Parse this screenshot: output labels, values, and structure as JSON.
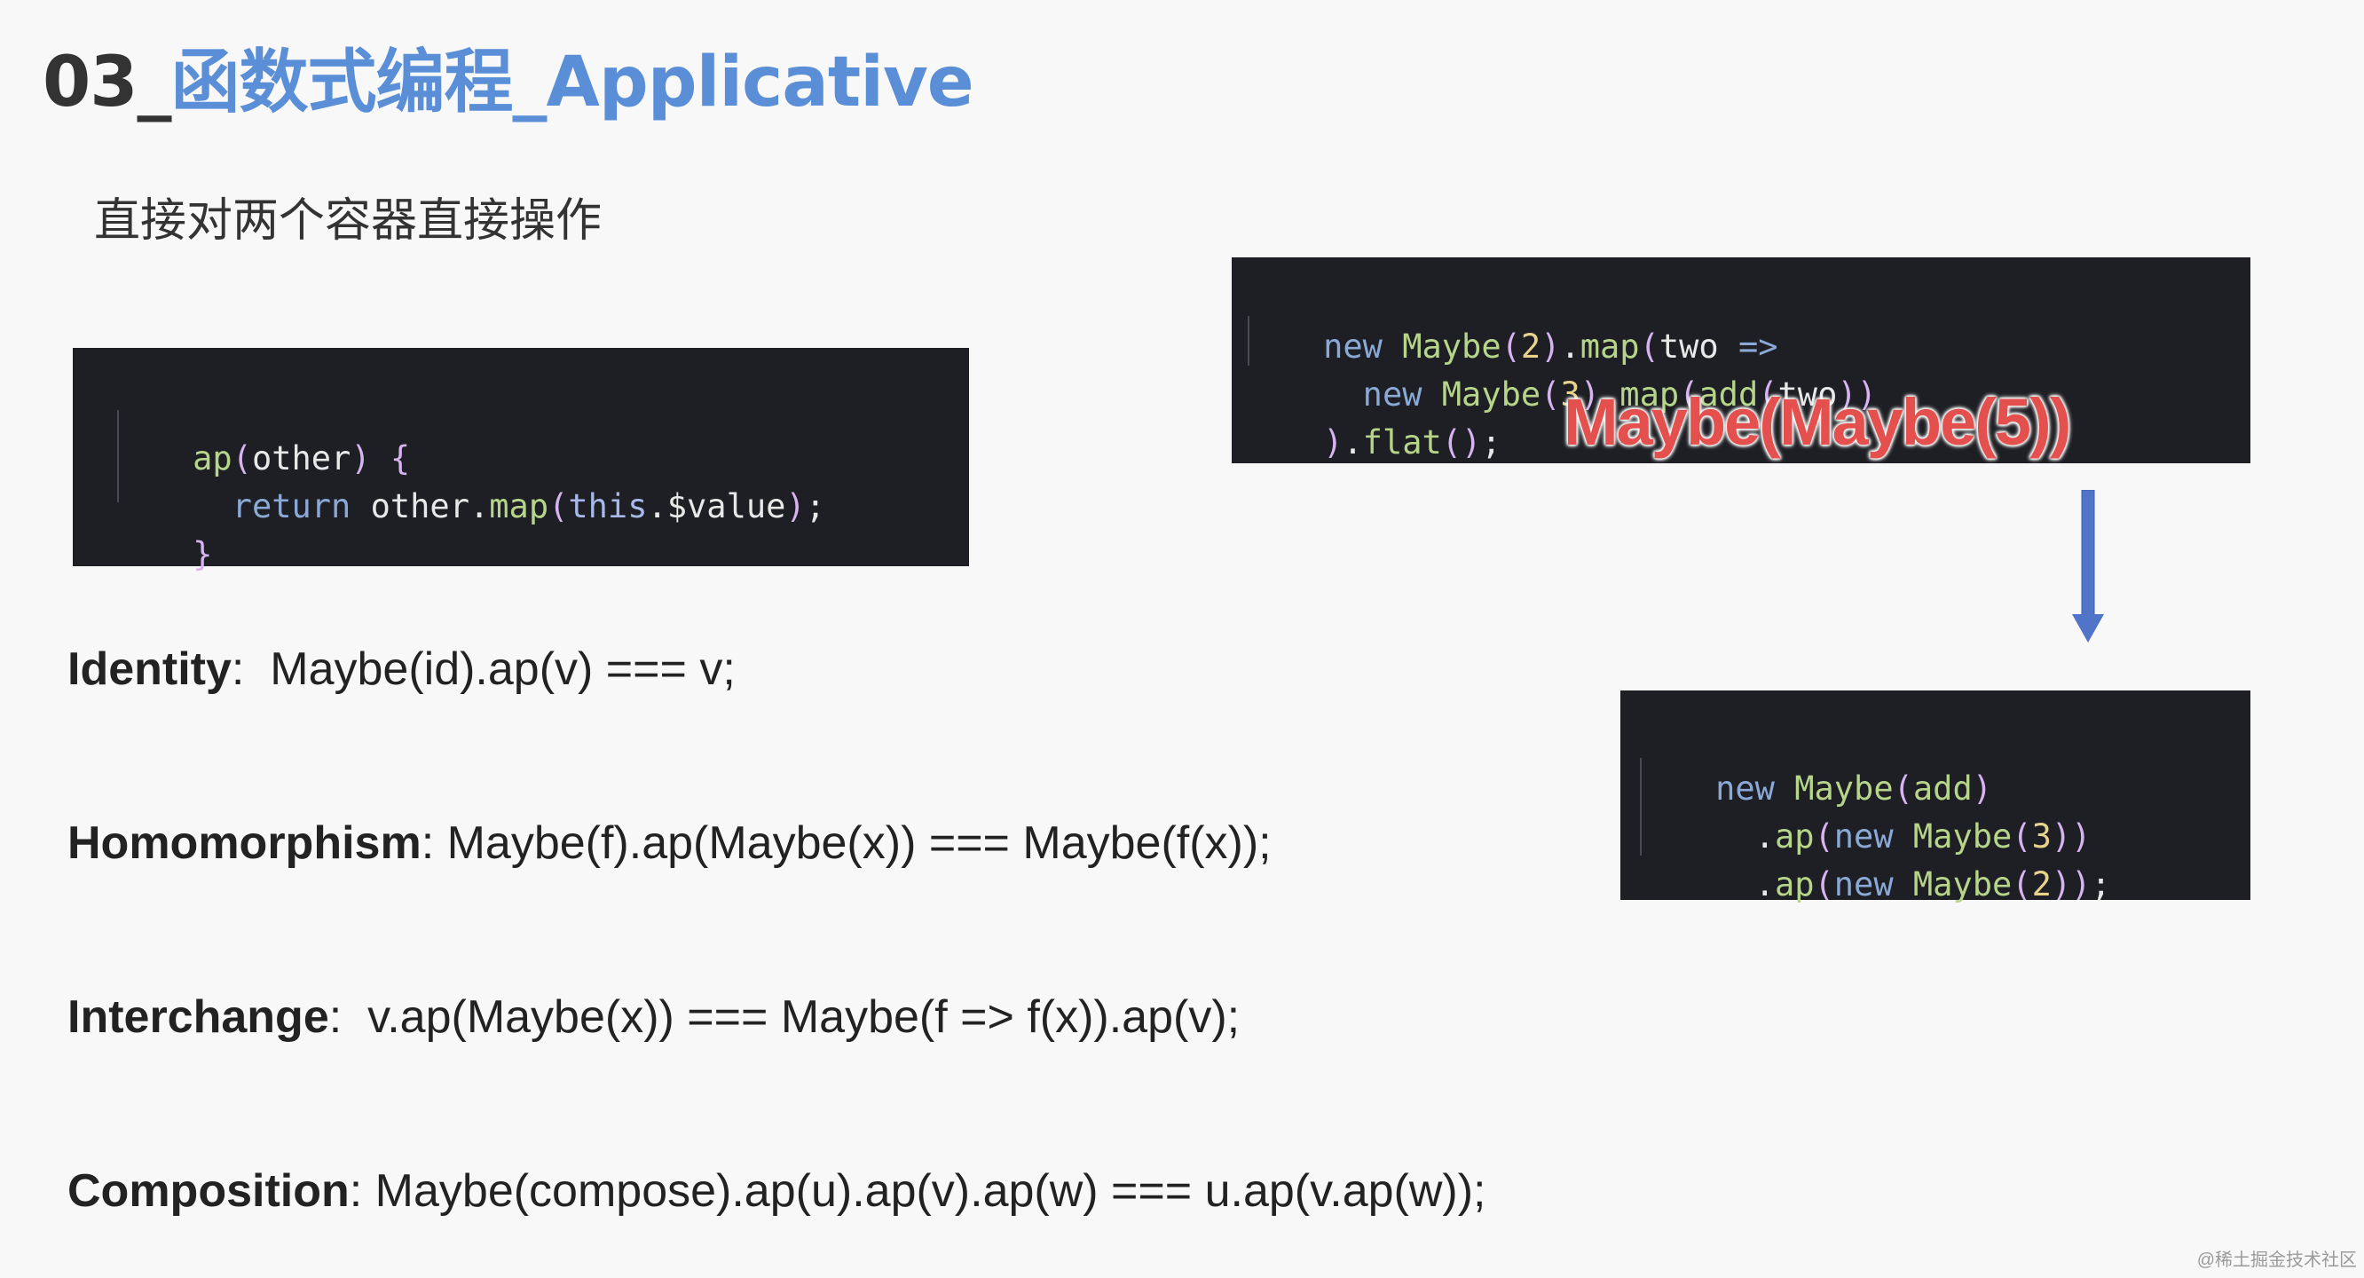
{
  "title": {
    "number": "03_",
    "topic": "函数式编程_Applicative"
  },
  "subtitle": "直接对两个容器直接操作",
  "code_ap": {
    "lines": [
      "ap(other) {",
      "  return other.map(this.$value);",
      "}"
    ]
  },
  "code_map": {
    "lines": [
      "new Maybe(2).map(two =>",
      "  new Maybe(3).map(add(two))",
      ").flat();"
    ]
  },
  "result_label": "Maybe(Maybe(5))",
  "code_ap_chain": {
    "lines": [
      "new Maybe(add)",
      "  .ap(new Maybe(3))",
      "  .ap(new Maybe(2));"
    ]
  },
  "laws": [
    {
      "name": "Identity",
      "sep": ":  ",
      "formula": "Maybe(id).ap(v) === v;"
    },
    {
      "name": "Homomorphism",
      "sep": ": ",
      "formula": "Maybe(f).ap(Maybe(x)) === Maybe(f(x));"
    },
    {
      "name": "Interchange",
      "sep": ":  ",
      "formula": "v.ap(Maybe(x)) === Maybe(f => f(x)).ap(v);"
    },
    {
      "name": "Composition",
      "sep": ": ",
      "formula": "Maybe(compose).ap(u).ap(v).ap(w) === u.ap(v.ap(w));"
    }
  ],
  "watermark": "@稀土掘金技术社区",
  "colors": {
    "title_accent": "#5a8fd8",
    "code_bg": "#1e1f24",
    "label_red": "#e4504e",
    "arrow": "#4f74c8"
  },
  "icons": {
    "arrow": "arrow-down-icon"
  }
}
